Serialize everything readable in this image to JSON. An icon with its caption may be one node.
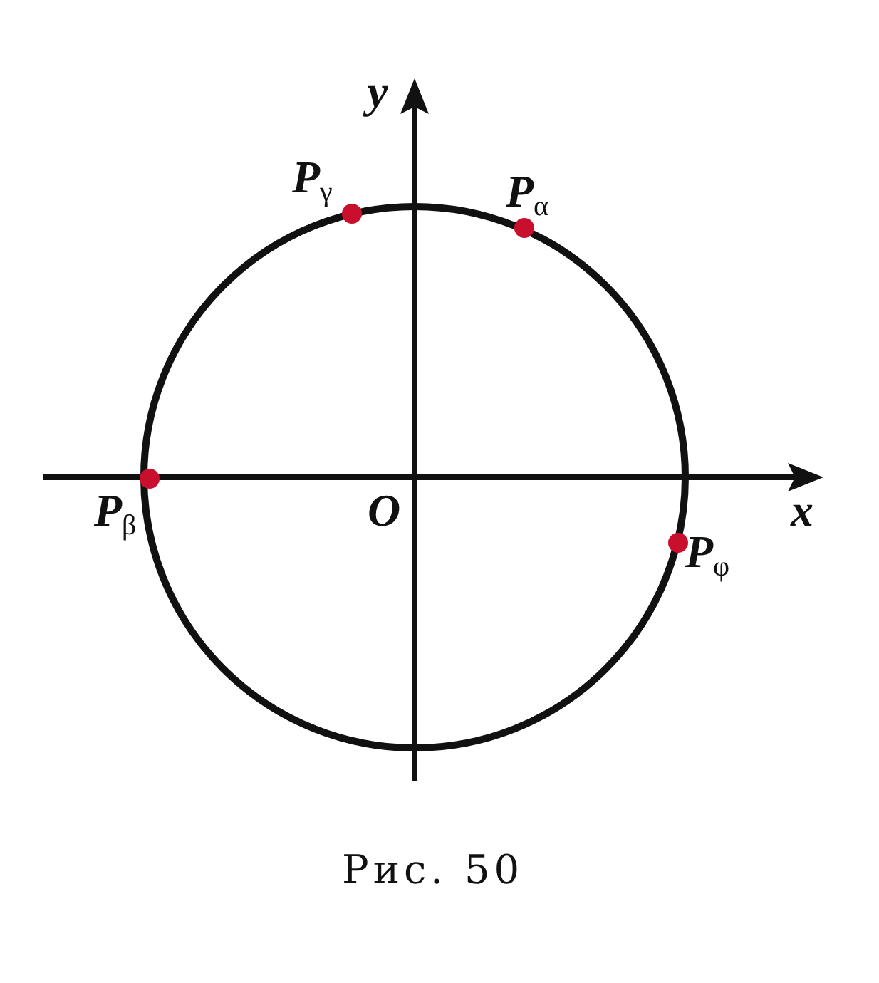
{
  "diagram": {
    "caption": "Рис. 50",
    "labels": [
      "y",
      "P$_{γ}$",
      "P$_{α}$",
      "P$_{β}$",
      "O",
      "x",
      "P$_{φ}$"
    ]
  }
}
